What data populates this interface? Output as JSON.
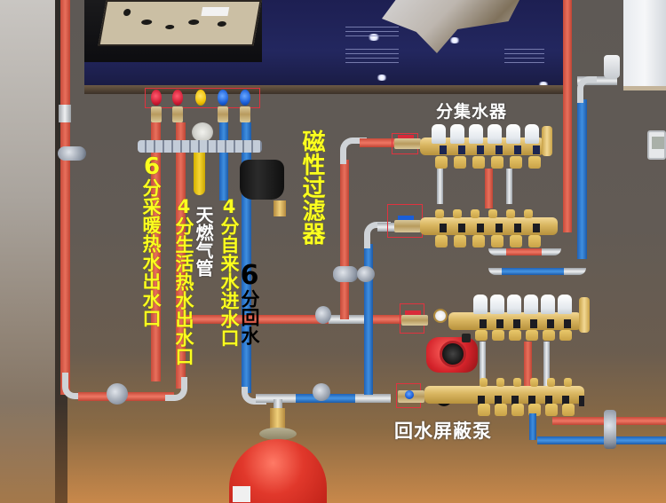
{
  "scene": {
    "description": "Wall-mounted gas boiler and underfloor heating manifold plumbing display",
    "colors": {
      "hot_pipe": "#e8705c",
      "cold_pipe": "#3f8fe0",
      "gas_pipe": "#f6d634",
      "label_yellow": "#fbff1f",
      "label_white": "#ffffff",
      "label_black": "#000000",
      "annotation_box": "#e0333f",
      "wall": "#625b55",
      "brass": "#d8b560"
    }
  },
  "labels": {
    "heating_outlet": {
      "number": "6",
      "text": "分采暖热水出水口"
    },
    "domestic_hot_outlet": {
      "number": "4",
      "text": "分生活热水出水口"
    },
    "gas_pipe": {
      "text": "天燃气管"
    },
    "tap_water_inlet": {
      "number": "4",
      "text": "分自来水进水口"
    },
    "return_water": {
      "number": "6",
      "text": "分回水"
    },
    "magnetic_filter": {
      "text": "磁性过滤器"
    },
    "manifold": {
      "text": "分集水器"
    },
    "return_pump": {
      "text": "回水屏蔽泵"
    }
  },
  "valves": {
    "boiler_outlets": [
      {
        "color": "red",
        "role": "heating-outlet"
      },
      {
        "color": "red",
        "role": "domestic-hot-outlet"
      },
      {
        "color": "yellow",
        "role": "gas"
      },
      {
        "color": "blue",
        "role": "tap-water-inlet"
      },
      {
        "color": "blue",
        "role": "return"
      }
    ],
    "manifold_upper_supply": {
      "color": "red"
    },
    "manifold_upper_return": {
      "color": "blue"
    },
    "manifold_lower_supply": {
      "color": "red"
    },
    "manifold_lower_return": {
      "color": "blue"
    }
  },
  "manifolds": {
    "upper": {
      "actuators": 6,
      "ports": 6
    },
    "lower": {
      "actuators": 6,
      "ports": 6
    }
  }
}
